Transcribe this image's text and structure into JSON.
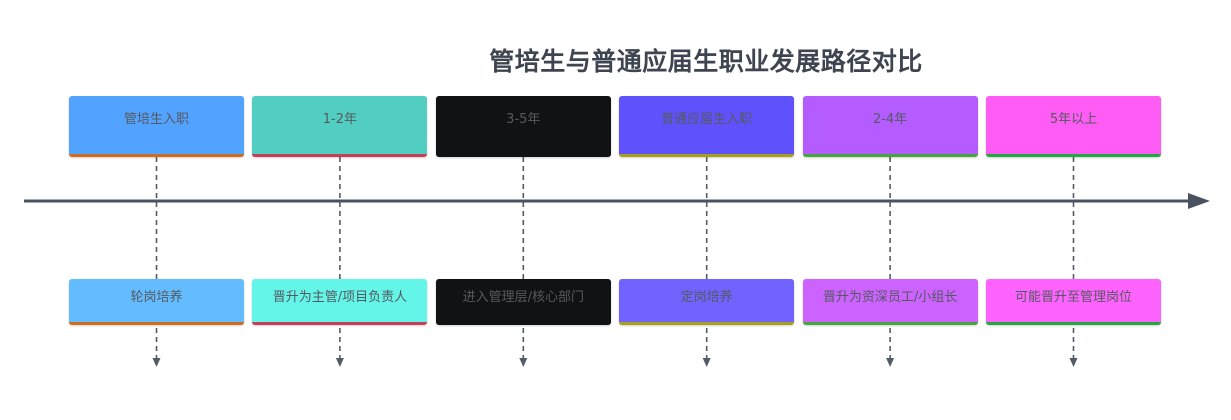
{
  "title": "管培生与普通应届生职业发展路径对比",
  "sections": [
    {
      "period": "管培生入职",
      "event": "轮岗培养",
      "period_color": "#52a3ff",
      "event_color": "#62bcff",
      "accent": "#d16b1e"
    },
    {
      "period": "1-2年",
      "event": "晋升为主管/项目负责人",
      "period_color": "#52cdc1",
      "event_color": "#63f5e7",
      "accent": "#c83e58"
    },
    {
      "period": "3-5年",
      "event": "进入管理层/核心部门",
      "period_color": "#111214",
      "event_color": "#111214",
      "accent": "#111214"
    },
    {
      "period": "普通应届生入职",
      "event": "定岗培养",
      "period_color": "#5f52fd",
      "event_color": "#7163ff",
      "accent": "#a7a01d"
    },
    {
      "period": "2-4年",
      "event": "晋升为资深员工/小组长",
      "period_color": "#b45cff",
      "event_color": "#cc63ff",
      "accent": "#45a63b"
    },
    {
      "period": "5年以上",
      "event": "可能晋升至管理岗位",
      "period_color": "#ff5cf5",
      "event_color": "#ff63ff",
      "accent": "#21a83f"
    }
  ]
}
